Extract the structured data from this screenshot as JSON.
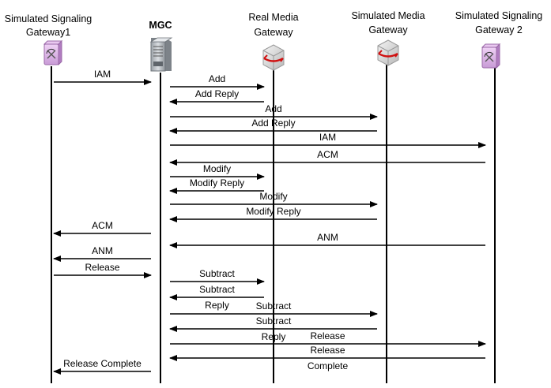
{
  "actors": [
    {
      "key": "sg1",
      "lines": [
        "Simulated Signaling",
        "Gateway1"
      ],
      "bold": false,
      "icon": "signaling-gateway-icon"
    },
    {
      "key": "mgc",
      "lines": [
        "MGC"
      ],
      "bold": true,
      "icon": "server-icon"
    },
    {
      "key": "rmg",
      "lines": [
        "Real Media",
        "Gateway"
      ],
      "bold": false,
      "icon": "media-gateway-icon"
    },
    {
      "key": "smg",
      "lines": [
        "Simulated Media",
        "Gateway"
      ],
      "bold": false,
      "icon": "media-gateway-icon"
    },
    {
      "key": "sg2",
      "lines": [
        "Simulated Signaling",
        "Gateway 2"
      ],
      "bold": false,
      "icon": "signaling-gateway-icon"
    }
  ],
  "messages": [
    {
      "from": "sg1",
      "to": "mgc",
      "label": [
        "IAM"
      ]
    },
    {
      "from": "mgc",
      "to": "rmg",
      "label": [
        "Add"
      ]
    },
    {
      "from": "rmg",
      "to": "mgc",
      "label": [
        "Add Reply"
      ]
    },
    {
      "from": "mgc",
      "to": "smg",
      "label": [
        "Add"
      ]
    },
    {
      "from": "smg",
      "to": "mgc",
      "label": [
        "Add Reply"
      ]
    },
    {
      "from": "mgc",
      "to": "sg2",
      "label": [
        "IAM"
      ]
    },
    {
      "from": "sg2",
      "to": "mgc",
      "label": [
        "ACM"
      ]
    },
    {
      "from": "mgc",
      "to": "rmg",
      "label": [
        "Modify"
      ]
    },
    {
      "from": "rmg",
      "to": "mgc",
      "label": [
        "Modify Reply"
      ]
    },
    {
      "from": "mgc",
      "to": "smg",
      "label": [
        "Modify"
      ]
    },
    {
      "from": "smg",
      "to": "mgc",
      "label": [
        "Modify Reply"
      ]
    },
    {
      "from": "mgc",
      "to": "sg1",
      "label": [
        "ACM"
      ]
    },
    {
      "from": "sg2",
      "to": "mgc",
      "label": [
        "ANM"
      ]
    },
    {
      "from": "mgc",
      "to": "sg1",
      "label": [
        "ANM"
      ]
    },
    {
      "from": "sg1",
      "to": "mgc",
      "label": [
        "Release"
      ]
    },
    {
      "from": "mgc",
      "to": "rmg",
      "label": [
        "Subtract"
      ]
    },
    {
      "from": "rmg",
      "to": "mgc",
      "label": [
        "Subtract",
        "Reply"
      ]
    },
    {
      "from": "mgc",
      "to": "smg",
      "label": [
        "Subtract"
      ]
    },
    {
      "from": "smg",
      "to": "mgc",
      "label": [
        "Subtract",
        "Reply"
      ]
    },
    {
      "from": "mgc",
      "to": "sg2",
      "label": [
        "Release"
      ]
    },
    {
      "from": "sg2",
      "to": "mgc",
      "label": [
        "Release",
        "Complete"
      ]
    },
    {
      "from": "mgc",
      "to": "sg1",
      "label": [
        "Release Complete"
      ]
    }
  ]
}
